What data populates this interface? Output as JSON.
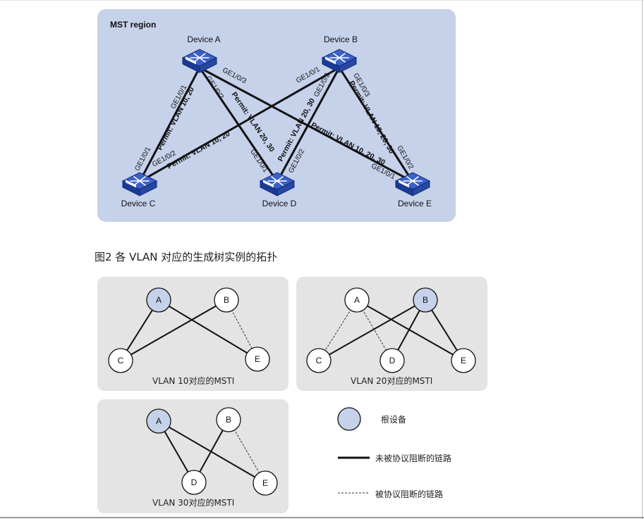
{
  "region": {
    "title": "MST region"
  },
  "devices": [
    {
      "id": "A",
      "label": "Device A"
    },
    {
      "id": "B",
      "label": "Device B"
    },
    {
      "id": "C",
      "label": "Device C"
    },
    {
      "id": "D",
      "label": "Device D"
    },
    {
      "id": "E",
      "label": "Device E"
    }
  ],
  "switch_badge": "SWITCH",
  "ports": {
    "a_ge101": "GE1/0/1",
    "a_ge102": "GE1/0/2",
    "a_ge103": "GE1/0/3",
    "b_ge101": "GE1/0/1",
    "b_ge102": "GE1/0/2",
    "b_ge103": "GE1/0/3",
    "c_ge101": "GE1/0/1",
    "c_ge102": "GE1/0/2",
    "d_ge101": "GE1/0/1",
    "d_ge102": "GE1/0/2",
    "e_ge101": "GE1/0/1",
    "e_ge102": "GE1/0/2"
  },
  "link_labels": {
    "ac": "Permit: VLAN 10, 20",
    "ad": "Permit: VLAN 20, 30",
    "ae": "Permit: VLAN 10, 20, 30",
    "bc": "Permit: VLAN 10, 20",
    "bd": "Permit: VLAN 20, 30",
    "be": "Permit: VLAN 10, 20, 30"
  },
  "figure_caption": "图2 各 VLAN 对应的生成树实例的拓扑",
  "msti": [
    {
      "caption": "VLAN 10对应的MSTI",
      "nodes": [
        "A",
        "B",
        "C",
        "E"
      ],
      "root": "A"
    },
    {
      "caption": "VLAN 20对应的MSTI",
      "nodes": [
        "A",
        "B",
        "C",
        "D",
        "E"
      ],
      "root": "B"
    },
    {
      "caption": "VLAN 30对应的MSTI",
      "nodes": [
        "A",
        "B",
        "D",
        "E"
      ],
      "root": "A"
    }
  ],
  "legend": {
    "root": "根设备",
    "forwarding": "未被协议阻断的链路",
    "blocked": "被协议阻断的链路"
  },
  "colors": {
    "region_bg": "#c6d1ea",
    "panel_bg": "#e4e4e4",
    "root_fill": "#c6d1ea",
    "switch_blue": "#1f3f9c"
  }
}
